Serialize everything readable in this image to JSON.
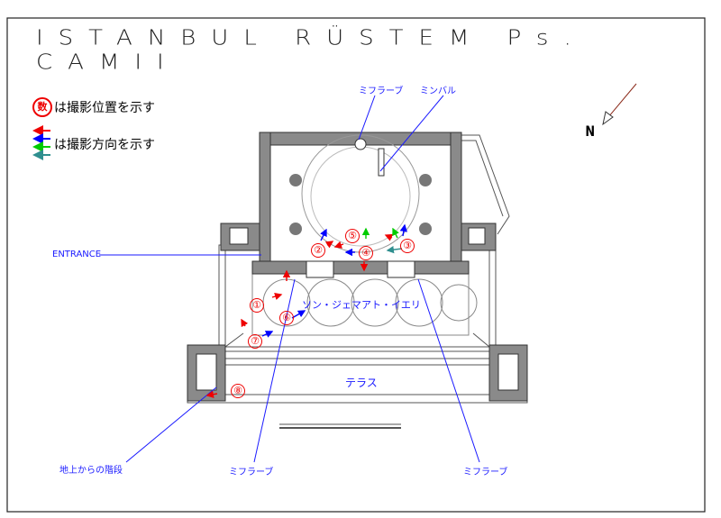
{
  "title": "ISTANBUL RÜSTEM Ps. CAMII",
  "legend": {
    "position_symbol": "数",
    "position_text": "は撮影位置を示す",
    "direction_text": "は撮影方向を示す",
    "direction_colors": [
      "#ff0000",
      "#0000ff",
      "#00cc00",
      "#2f8f8f"
    ]
  },
  "north_label": "N",
  "labels": {
    "mihrab_top": "ミフラーブ",
    "minbar": "ミンバル",
    "entrance": "ENTRANCE",
    "son_cemaat_yeri": "ソン・ジェマアト・イエリ",
    "terrace": "テラス",
    "stairs": "地上からの階段",
    "mihrab_left": "ミフラーブ",
    "mihrab_right": "ミフラーブ"
  },
  "markers": [
    "①",
    "②",
    "③",
    "④",
    "⑤",
    "⑥",
    "⑦",
    "⑧"
  ],
  "colors": {
    "label_blue": "#1a1aff",
    "marker_red": "#e00000",
    "wall_gray": "#8a8a8a"
  }
}
